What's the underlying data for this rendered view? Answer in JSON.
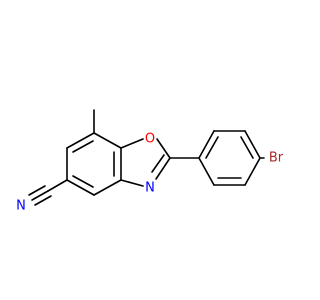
{
  "molecule": {
    "atoms": {
      "oxygen": "O",
      "nitrogen_ring": "N",
      "nitrogen_nitrile": "N",
      "bromine": "Br"
    },
    "colors": {
      "bond": "#000000",
      "oxygen": "#ff0000",
      "nitrogen": "#0000ff",
      "bromine": "#a52a2a"
    }
  }
}
